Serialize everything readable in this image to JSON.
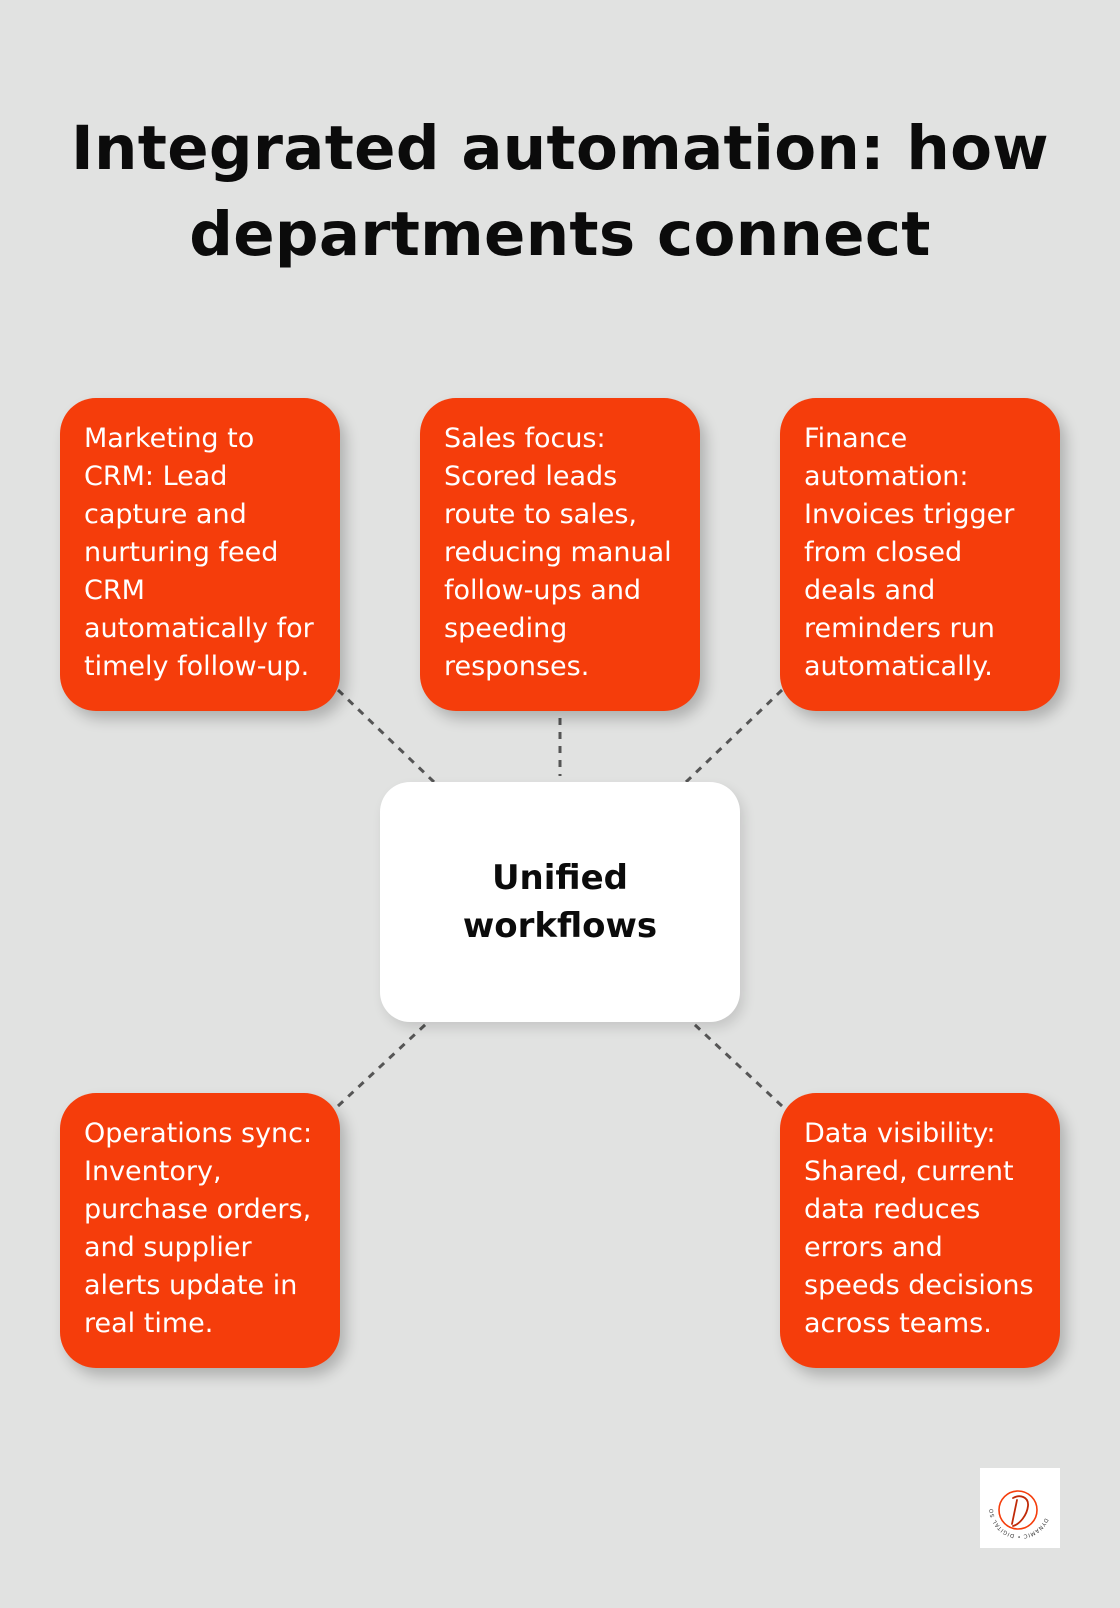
{
  "title": "Integrated automation: how departments connect",
  "center": {
    "label": "Unified workflows"
  },
  "cards": {
    "marketing": "Marketing to CRM: Lead capture and nurturing feed CRM automatically for timely follow-up.",
    "sales": "Sales focus: Scored leads route to sales, reducing manual follow-ups and speeding responses.",
    "finance": "Finance automation: Invoices trigger from closed deals and reminders run automatically.",
    "operations": "Operations sync: Inventory, purchase orders, and supplier alerts update in real time.",
    "data_visibility": "Data visibility: Shared, current data reduces errors and speeds decisions across teams."
  },
  "logo": {
    "text": "DYNAMIC • DIGITAL SOLUTIONS"
  },
  "colors": {
    "background": "#e1e2e1",
    "card": "#f53d0b",
    "center_node": "#ffffff",
    "connector": "#555555"
  }
}
